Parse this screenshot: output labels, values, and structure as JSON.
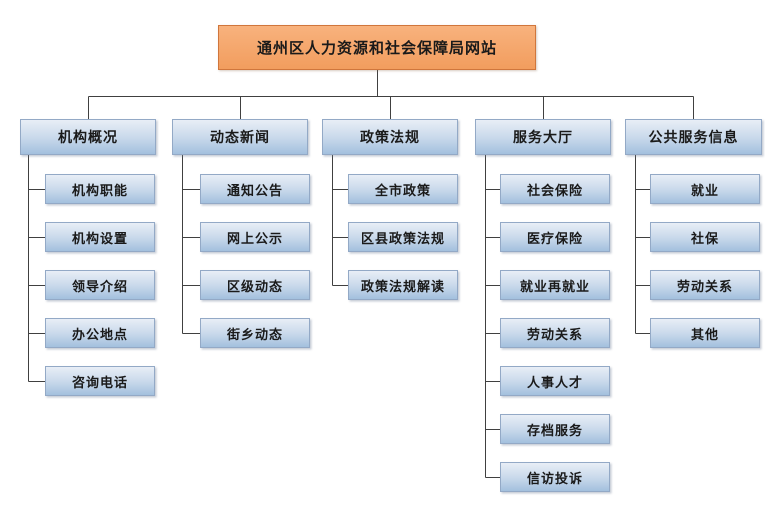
{
  "root_label": "通州区人力资源和社会保障局网站",
  "branches": [
    {
      "label": "机构概况",
      "children": [
        "机构职能",
        "机构设置",
        "领导介绍",
        "办公地点",
        "咨询电话"
      ]
    },
    {
      "label": "动态新闻",
      "children": [
        "通知公告",
        "网上公示",
        "区级动态",
        "街乡动态"
      ]
    },
    {
      "label": "政策法规",
      "children": [
        "全市政策",
        "区县政策法规",
        "政策法规解读"
      ]
    },
    {
      "label": "服务大厅",
      "children": [
        "社会保险",
        "医疗保险",
        "就业再就业",
        "劳动关系",
        "人事人才",
        "存档服务",
        "信访投诉"
      ]
    },
    {
      "label": "公共服务信息",
      "children": [
        "就业",
        "社保",
        "劳动关系",
        "其他"
      ]
    }
  ],
  "colors": {
    "root_fill_top": "#F8B27D",
    "root_fill_bottom": "#F29D5E",
    "root_border": "#D0763C",
    "node_fill_top": "#E8EEF6",
    "node_fill_bottom": "#A3C0DE",
    "node_border": "#93A9C6",
    "line": "#404040"
  }
}
